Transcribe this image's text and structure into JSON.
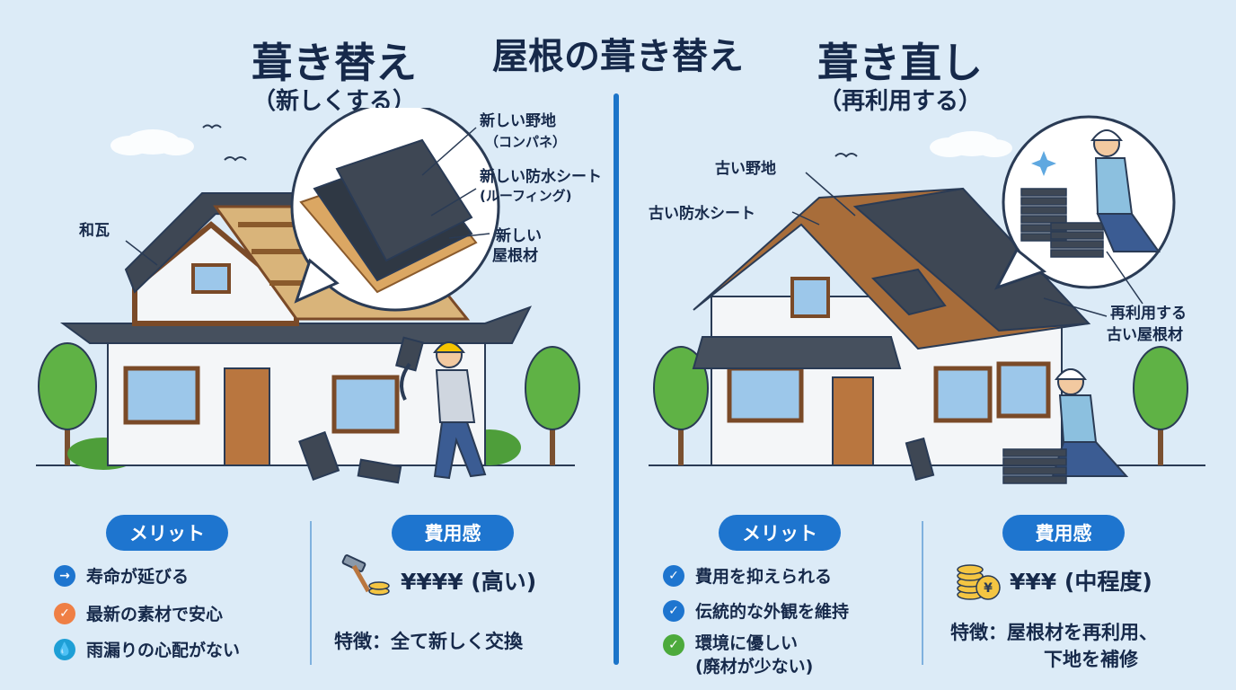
{
  "header": {
    "title": "屋根の葺き替え"
  },
  "left": {
    "title": "葺き替え",
    "subtitle": "（新しくする）",
    "labels": {
      "roof_tile": "和瓦",
      "new_sheathing": "新しい野地",
      "new_sheathing_sub": "（コンパネ）",
      "new_waterproof": "新しい防水シート",
      "new_waterproof_sub": "(ルーフィング)",
      "new_material_1": "新しい",
      "new_material_2": "屋根材"
    },
    "merit_label": "メリット",
    "merits": [
      {
        "text": "寿命が延びる",
        "icon": "arrow-right-icon",
        "color": "#1e75cf"
      },
      {
        "text": "最新の素材で安心",
        "icon": "check-icon",
        "color": "#ef7f45"
      },
      {
        "text": "雨漏りの心配がない",
        "icon": "water-drop-icon",
        "color": "#1e9fd6"
      }
    ],
    "cost_label": "費用感",
    "cost_value": "¥¥¥¥ (高い)",
    "cost_icon": "hammer-coins-icon",
    "feature": "特徴：全て新しく交換"
  },
  "right": {
    "title": "葺き直し",
    "subtitle": "（再利用する）",
    "labels": {
      "old_sheathing": "古い野地",
      "old_waterproof": "古い防水シート",
      "reuse_1": "再利用する",
      "reuse_2": "古い屋根材"
    },
    "merit_label": "メリット",
    "merits": [
      {
        "text": "費用を抑えられる",
        "icon": "check-icon",
        "color": "#1e75cf"
      },
      {
        "text": "伝統的な外観を維持",
        "icon": "check-icon",
        "color": "#1e75cf"
      },
      {
        "text": "環境に優しい",
        "text2": "(廃材が少ない)",
        "icon": "check-icon",
        "color": "#4caa3c"
      }
    ],
    "cost_label": "費用感",
    "cost_value": "¥¥¥ (中程度)",
    "cost_icon": "coin-stack-icon",
    "feature_1": "特徴：屋根材を再利用、",
    "feature_2": "下地を補修"
  },
  "colors": {
    "background": "#dcebf7",
    "accent": "#1e75cf",
    "title": "#16294a"
  }
}
